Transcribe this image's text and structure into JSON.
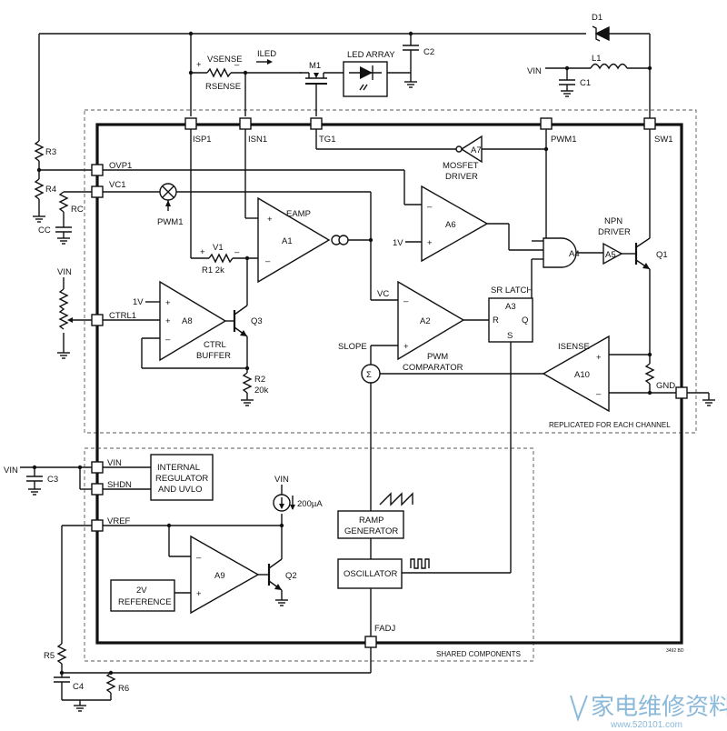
{
  "pins": {
    "isp1": "ISP1",
    "isn1": "ISN1",
    "tg1": "TG1",
    "pwm1": "PWM1",
    "sw1": "SW1",
    "ovp1": "OVP1",
    "vc1": "VC1",
    "ctrl1": "CTRL1",
    "gnd": "GND",
    "vin": "VIN",
    "shdn": "SHDN",
    "vref": "VREF",
    "fadj": "FADJ"
  },
  "components": {
    "d1": "D1",
    "l1": "L1",
    "c1": "C1",
    "c2": "C2",
    "c3": "C3",
    "c4": "C4",
    "cc": "CC",
    "r3": "R3",
    "r4": "R4",
    "r5": "R5",
    "r6": "R6",
    "rc": "RC",
    "rsense": "RSENSE",
    "vsense": "VSENSE",
    "iled": "ILED",
    "m1": "M1",
    "led_array": "LED ARRAY",
    "vin_top": "VIN",
    "vin_ctrl": "VIN",
    "vin_left": "VIN",
    "vin_bias": "VIN",
    "r1": "R1 2k",
    "v1": "V1",
    "r2": "R2",
    "r2_val": "20k",
    "q1": "Q1",
    "q2": "Q2",
    "q3": "Q3",
    "pwm1_mod": "PWM1",
    "current_200": "200µA"
  },
  "blocks": {
    "eamp": "EAMP",
    "a1": "A1",
    "a2": "A2",
    "a3": "A3",
    "a4": "A4",
    "a5": "A5",
    "a6": "A6",
    "a7": "A7",
    "a8": "A8",
    "a9": "A9",
    "a10": "A10",
    "mosfet_driver_1": "MOSFET",
    "mosfet_driver_2": "DRIVER",
    "npn_driver_1": "NPN",
    "npn_driver_2": "DRIVER",
    "sr_latch": "SR LATCH",
    "r": "R",
    "s": "S",
    "q": "Q",
    "pwm_comp_1": "PWM",
    "pwm_comp_2": "COMPARATOR",
    "ctrl_buf_1": "CTRL",
    "ctrl_buf_2": "BUFFER",
    "isense": "ISENSE",
    "slope": "SLOPE",
    "vc": "VC",
    "v1v_a6": "1V",
    "v1v_a8": "1V",
    "int_reg_1": "INTERNAL",
    "int_reg_2": "REGULATOR",
    "int_reg_3": "AND UVLO",
    "ramp_1": "RAMP",
    "ramp_2": "GENERATOR",
    "osc": "OSCILLATOR",
    "ref_1": "2V",
    "ref_2": "REFERENCE",
    "replicated": "REPLICATED FOR EACH CHANNEL",
    "shared": "SHARED COMPONENTS",
    "code": "3492 BD"
  },
  "watermark": {
    "main": "家电维修资料网",
    "url": "www.520101.com"
  }
}
